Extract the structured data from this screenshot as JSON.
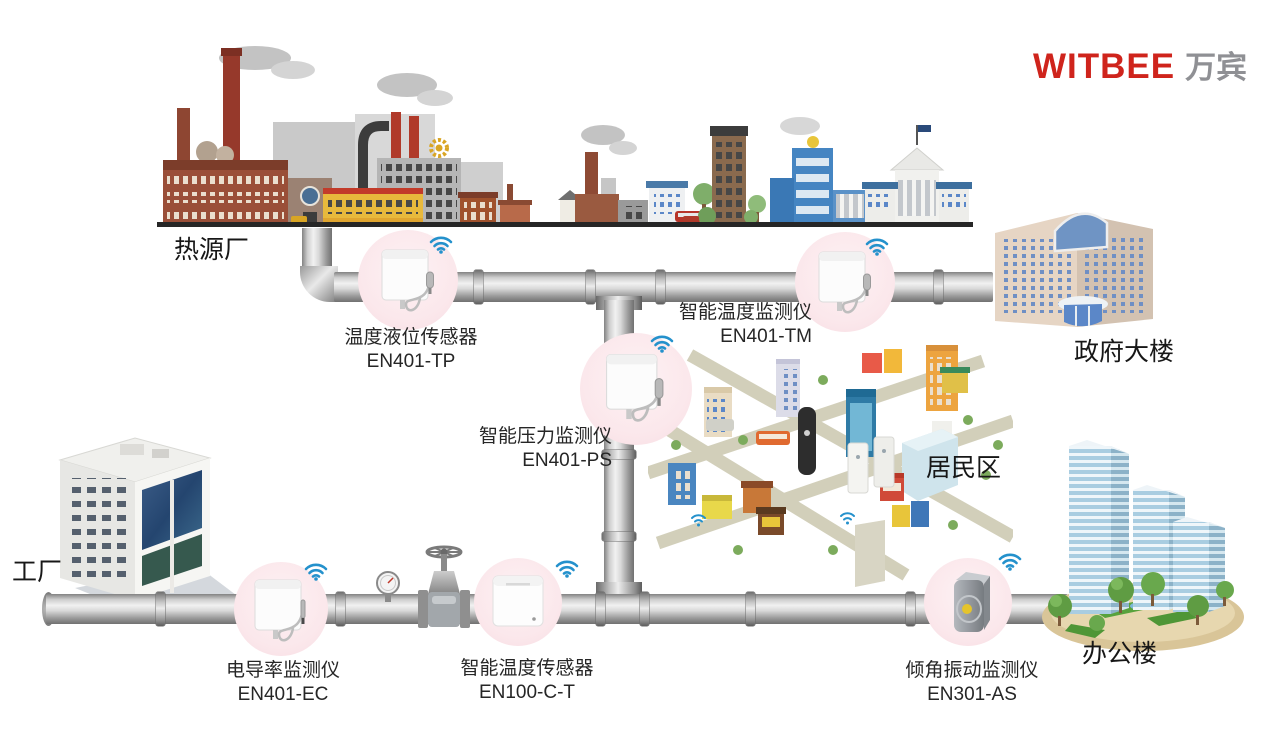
{
  "brand": {
    "name": "WITBEE",
    "cjk": "万宾"
  },
  "colors": {
    "brand_red": "#cf241c",
    "brand_gray": "#8f9094",
    "wifi_blue": "#2491cc",
    "sensor_halo_pink": "#fbe7eb",
    "pipe_gray": "#c6c6c6",
    "label_dark": "#262626"
  },
  "locations": {
    "heat_plant": {
      "label": "热源厂"
    },
    "government": {
      "label": "政府大楼"
    },
    "factory": {
      "label": "工厂"
    },
    "residential": {
      "label": "居民区"
    },
    "office": {
      "label": "办公楼"
    }
  },
  "sensors": [
    {
      "name": "温度液位传感器",
      "model": "EN401-TP"
    },
    {
      "name": "智能温度监测仪",
      "model": "EN401-TM"
    },
    {
      "name": "智能压力监测仪",
      "model": "EN401-PS"
    },
    {
      "name": "电导率监测仪",
      "model": "EN401-EC"
    },
    {
      "name": "智能温度传感器",
      "model": "EN100-C-T"
    },
    {
      "name": "倾角振动监测仪",
      "model": "EN301-AS"
    }
  ]
}
